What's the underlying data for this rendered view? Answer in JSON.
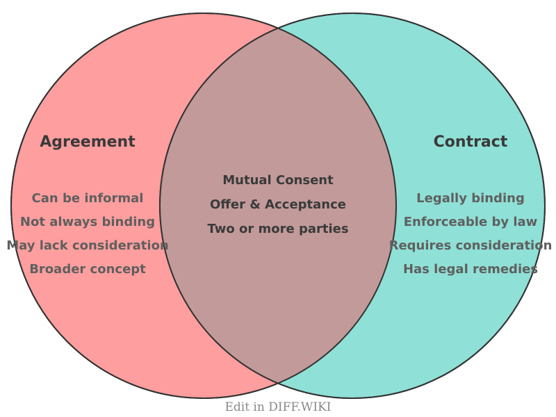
{
  "diagram": {
    "type": "venn",
    "left": {
      "title": "Agreement",
      "color": "#FF9E9E",
      "items": [
        "Can be informal",
        "Not always binding",
        "May lack consideration",
        "Broader concept"
      ]
    },
    "right": {
      "title": "Contract",
      "color": "#8FE0D6",
      "items": [
        "Legally binding",
        "Enforceable by law",
        "Requires consideration",
        "Has legal remedies"
      ]
    },
    "overlap": {
      "color": "#C29A9A",
      "items": [
        "Mutual Consent",
        "Offer & Acceptance",
        "Two or more parties"
      ]
    },
    "outline_color": "#333333"
  },
  "footer": {
    "text": "Edit in DIFF.WIKI"
  }
}
